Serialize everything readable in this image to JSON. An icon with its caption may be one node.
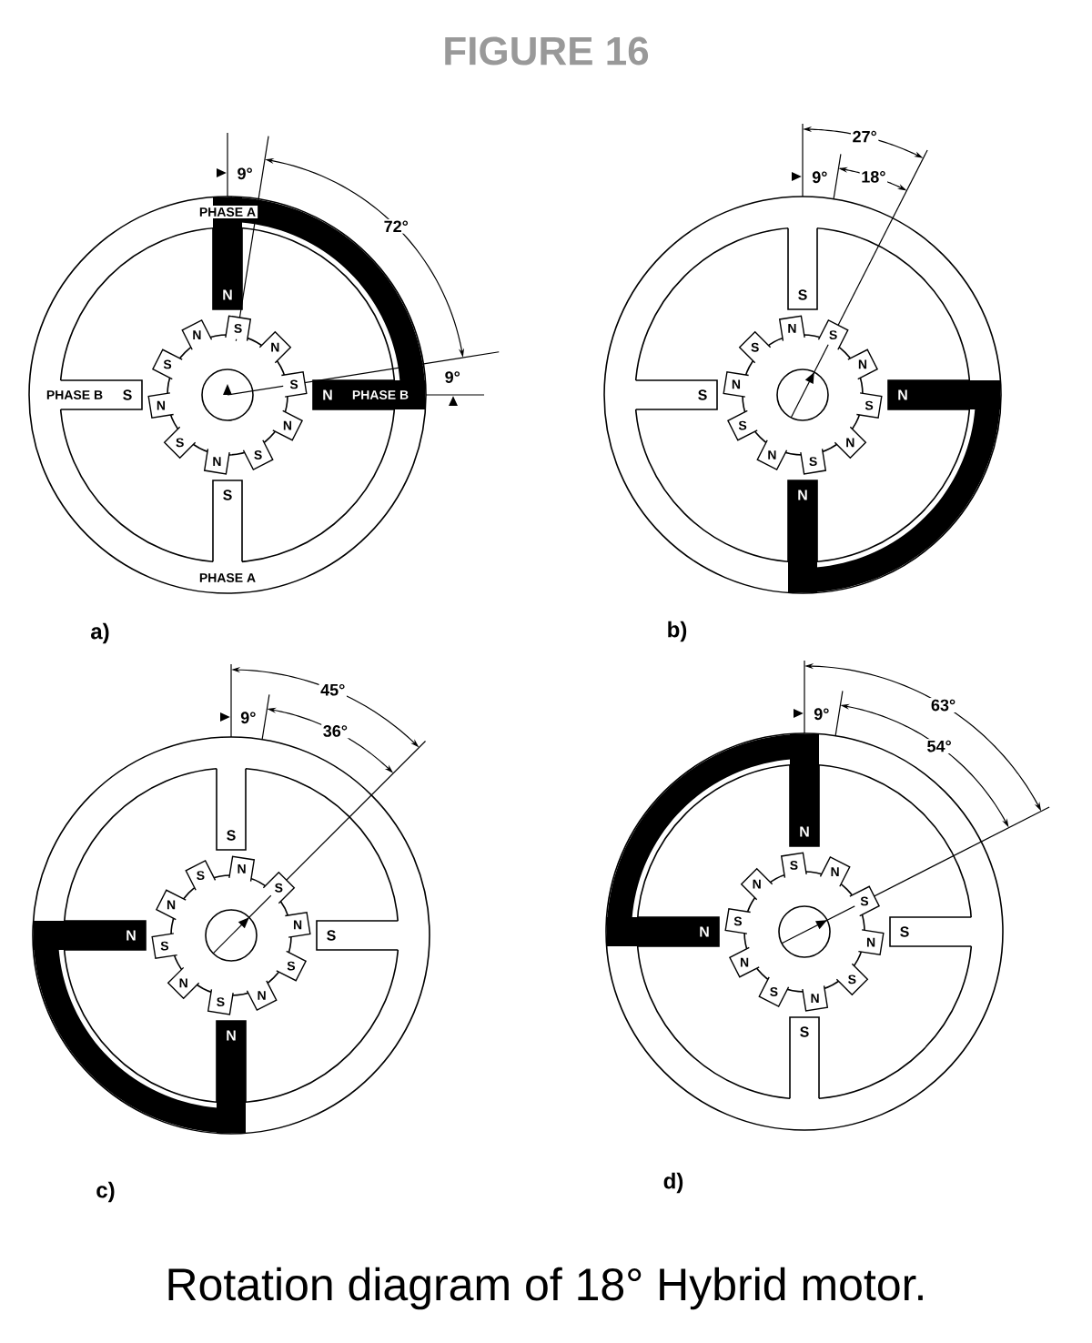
{
  "diagram": {
    "title": "FIGURE 16",
    "caption": "Rotation diagram of 18° Hybrid motor.",
    "nodes": [
      {
        "text": [
          "PHASE A",
          "N"
        ]
      },
      {
        "text": [
          "N",
          "PHASE B"
        ]
      },
      {
        "text": [
          "S",
          "PHASE A"
        ]
      },
      {
        "text": [
          "PHASE B",
          "S"
        ]
      },
      {
        "text": [
          "S"
        ]
      },
      {
        "text": [
          "N"
        ]
      },
      {
        "text": [
          "S"
        ]
      },
      {
        "text": [
          "N"
        ]
      },
      {
        "text": [
          "S"
        ]
      },
      {
        "text": [
          "N"
        ]
      },
      {
        "text": [
          "S"
        ]
      },
      {
        "text": [
          "N"
        ]
      },
      {
        "text": [
          "S"
        ]
      },
      {
        "text": [
          "N"
        ]
      },
      {
        "text": [
          "S"
        ]
      },
      {
        "text": [
          "N"
        ]
      },
      {
        "text": [
          "N"
        ]
      },
      {
        "text": [
          "S"
        ]
      },
      {
        "text": [
          "N"
        ]
      },
      {
        "text": [
          "S"
        ]
      },
      {
        "text": [
          "N"
        ]
      },
      {
        "text": [
          "S"
        ]
      },
      {
        "text": [
          "N"
        ]
      },
      {
        "text": [
          "S"
        ]
      },
      {
        "text": [
          "N"
        ]
      },
      {
        "text": [
          "S"
        ]
      },
      {
        "text": [
          "N"
        ]
      },
      {
        "text": [
          "S"
        ]
      },
      {
        "text": [
          "S"
        ]
      },
      {
        "text": [
          "S"
        ]
      },
      {
        "text": [
          "N"
        ]
      },
      {
        "text": [
          "N"
        ]
      },
      {
        "text": [
          "N"
        ]
      },
      {
        "text": [
          "S"
        ]
      },
      {
        "text": [
          "N"
        ]
      },
      {
        "text": [
          "S"
        ]
      },
      {
        "text": [
          "N"
        ]
      },
      {
        "text": [
          "S"
        ]
      },
      {
        "text": [
          "N"
        ]
      },
      {
        "text": [
          "S"
        ]
      },
      {
        "text": [
          "N"
        ]
      },
      {
        "text": [
          "S"
        ]
      },
      {
        "text": [
          "N"
        ]
      },
      {
        "text": [
          "S"
        ]
      },
      {
        "text": [
          "S"
        ]
      },
      {
        "text": [
          "N"
        ]
      },
      {
        "text": [
          "S"
        ]
      },
      {
        "text": [
          "N"
        ]
      },
      {
        "text": [
          "S"
        ]
      },
      {
        "text": [
          "N"
        ]
      },
      {
        "text": [
          "S"
        ]
      },
      {
        "text": [
          "N"
        ]
      },
      {
        "text": [
          "S"
        ]
      },
      {
        "text": [
          "N"
        ]
      },
      {
        "text": [
          "S"
        ]
      },
      {
        "text": [
          "N"
        ]
      }
    ],
    "labels": [
      "9°",
      "72°",
      "9°",
      "a)",
      "27°",
      "9°",
      "18°",
      "b)",
      "45°",
      "9°",
      "36°",
      "c)",
      "9°",
      "63°",
      "54°",
      "d)"
    ]
  }
}
